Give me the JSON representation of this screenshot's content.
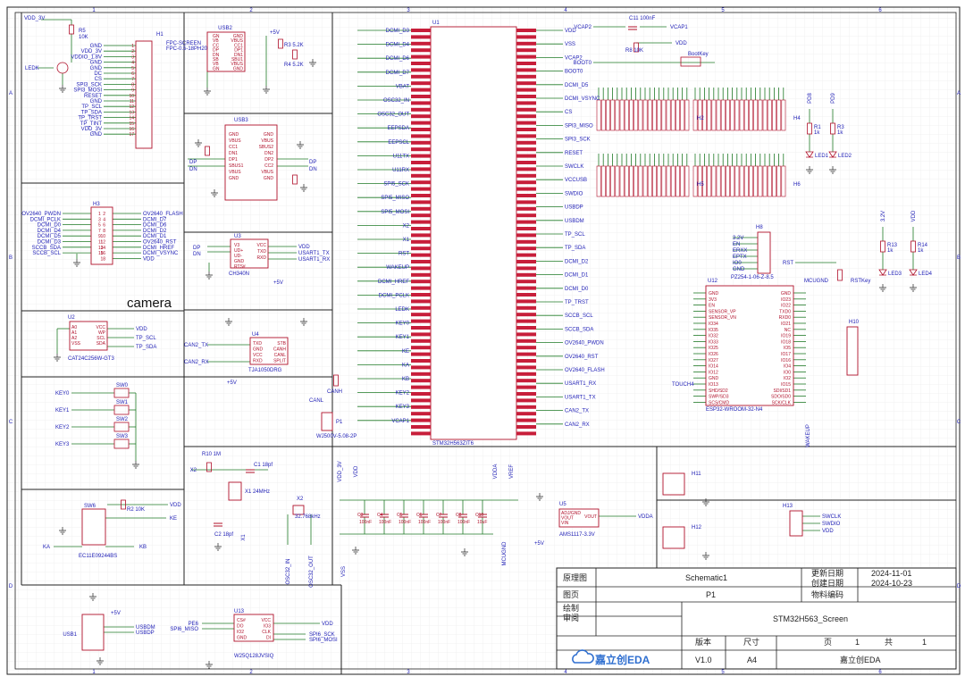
{
  "colors": {
    "wire": "#1f7a26",
    "part": "#b0102a",
    "label": "#1d1db5",
    "frame": "#222222",
    "grid": "#e2e2e2",
    "paper": "#ffffff"
  },
  "frame": {
    "columns": [
      "1",
      "2",
      "3",
      "4",
      "5",
      "6"
    ],
    "rows": [
      "A",
      "B",
      "C",
      "D"
    ]
  },
  "blocks": {
    "camera_label": "camera",
    "lcd": {
      "ref": "H1",
      "part_name": "FPC-SCREEN",
      "pkg": "FPC-0.5-18PH20",
      "r_ref": "R5",
      "r_val": "10K",
      "net_top": "VDD_3V",
      "net_ledk": "LEDK",
      "nets": [
        "GND",
        "VDD_3V",
        "VDDIO_1.8V",
        "GND",
        "GND",
        "DC",
        "CS",
        "SPI3_SCK",
        "SPI3_MOSI",
        "RESET",
        "GND",
        "TP_SCL",
        "TP_SDA",
        "TP_TRST",
        "TP_TINT",
        "VDD_3V",
        "GND"
      ]
    },
    "usb2": {
      "ref": "USB2",
      "pins": [
        "GND",
        "VBUS",
        "CC1",
        "DP1",
        "DN1",
        "SBU1",
        "VBUS",
        "GND"
      ],
      "rnet": "+5V",
      "r1": "R3 5.2K",
      "r2": "R4 5.2K"
    },
    "usb3": {
      "ref": "USB3",
      "left": [
        "GND",
        "VBUS",
        "CC1",
        "DN1",
        "DP1",
        "SBUS1",
        "VBUS",
        "GND"
      ],
      "right": [
        "GND",
        "VBUS",
        "SBUS2",
        "DN2",
        "DP2",
        "CC2",
        "VBUS",
        "GND"
      ],
      "dp": "DP",
      "dn": "DN"
    },
    "ch340": {
      "ref": "U3",
      "part": "CH340N",
      "left": [
        "V3",
        "UD+",
        "UD-",
        "GND",
        "RTS#"
      ],
      "right": [
        "VCC",
        "TXD",
        "RXD"
      ],
      "nets": [
        "VDD",
        "USART1_TX",
        "USART1_RX"
      ],
      "pwr": "+5V"
    },
    "camconn": {
      "ref": "H3",
      "left": [
        "OV2640_PWDN",
        "DCMI_PCLK",
        "DCMI_D0",
        "DCMI_D4",
        "DCMI_D5",
        "DCMI_D3",
        "SCCB_SDA",
        "SCCB_SCL"
      ],
      "right": [
        "OV2640_FLASH",
        "DCMI_D7",
        "DCMI_D6",
        "DCMI_D2",
        "DCMI_D1",
        "OV2640_RST",
        "DCMI_HREF",
        "DCMI_VSYNC",
        "VDD"
      ]
    },
    "eeprom": {
      "ref": "U2",
      "part": "CAT24C256W-GT3",
      "pins": [
        "A0",
        "A1",
        "A2",
        "VSS",
        "VCC",
        "WP",
        "SCL",
        "SDA"
      ],
      "nets": [
        "VDD",
        "TP_SCL",
        "TP_SDA"
      ]
    },
    "keys": {
      "labels": [
        "KEY0",
        "KEY1",
        "KEY2",
        "KEY3"
      ],
      "refs": [
        "SW0",
        "SW1",
        "SW2",
        "SW3"
      ]
    },
    "encoder": {
      "ref": "SW6",
      "part": "EC11E09244BS",
      "r": "R2 10K",
      "nets": [
        "VDD",
        "KE",
        "KA",
        "KB"
      ]
    },
    "usbdm": {
      "ref": "USB1",
      "nets": [
        "+5V",
        "USBDM",
        "USBDP",
        "GND"
      ]
    },
    "can": {
      "ref": "U4",
      "part": "TJA1050DRG",
      "left": [
        "TXD",
        "GND",
        "VCC",
        "RXD"
      ],
      "right": [
        "STB",
        "CANH",
        "CANL",
        "SPLIT"
      ],
      "nets": [
        "CAN2_TX",
        "CAN2_RX",
        "+5V",
        "CANL",
        "CANH"
      ],
      "conn": "P1",
      "conn_part": "WJ500V-5.08-2P"
    },
    "flash": {
      "ref": "U13",
      "part": "W25Q128JVSIQ",
      "left": [
        "CS#",
        "DO",
        "IO2",
        "GND"
      ],
      "right": [
        "VCC",
        "IO3",
        "CLK",
        "DI"
      ],
      "nets": [
        "PE6",
        "SPI6_MISO",
        "VDD",
        "SPI6_SCK",
        "SPI6_MOSI"
      ]
    },
    "crystal": {
      "r": "R10 1M",
      "c1": "C1 18pf",
      "c2": "C2 18pf",
      "x1": "X1 24MHz",
      "x2": "X2 32.768kHz",
      "nets": [
        "X2",
        "X1",
        "OSC32_IN",
        "OSC32_OUT"
      ]
    },
    "caps": {
      "nets": [
        "VDD_3V",
        "VDD",
        "VDDA",
        "VREF"
      ],
      "values": [
        "100nF",
        "100nF",
        "100nF",
        "100nF",
        "100nF",
        "100nF",
        "10uF"
      ],
      "refs": [
        "C3",
        "C4",
        "C5",
        "C6",
        "C7",
        "C8",
        "C10"
      ]
    },
    "ldo": {
      "ref": "U5",
      "part": "AMS1117-3.3V",
      "pins": [
        "ADJ/GND",
        "VOUT",
        "VIN",
        "VOUT"
      ],
      "nets": [
        "VDDA",
        "+5V",
        "MCUGND"
      ]
    },
    "mcu": {
      "ref": "U1",
      "part": "STM32H563ZIT6",
      "left": [
        "DCMI_D3",
        "DCMI_D4",
        "DCMI_D6",
        "DCMI_D7",
        "VBAT",
        "OSC32_IN",
        "OSC32_OUT",
        "EEPSDA",
        "EEPSCL",
        "U11TX",
        "U11RX",
        "SPI5_SCK",
        "SPI5_MISO",
        "SPI5_MOSI",
        "X2",
        "X1",
        "RST",
        "WAKEUP",
        "DCMI_HREF",
        "DCMI_PCLK",
        "LEDK",
        "KEY0",
        "KEY1",
        "KE",
        "KA",
        "KB",
        "KEY2",
        "KEY3",
        "VCAP1"
      ],
      "right": [
        "VDD",
        "VSS",
        "VCAP2",
        "BOOT0",
        "DCMI_D5",
        "DCMI_VSYNC",
        "CS",
        "SPI3_MISO",
        "SPI3_SCK",
        "RESET",
        "SWCLK",
        "VCCUSB",
        "SWDIO",
        "USBDP",
        "USBDM",
        "TP_SCL",
        "TP_SDA",
        "DCMI_D2",
        "DCMI_D1",
        "DCMI_D0",
        "TP_TRST",
        "SCCB_SCL",
        "SCCB_SDA",
        "OV2640_PWDN",
        "OV2640_RST",
        "OV2640_FLASH",
        "USART1_RX",
        "USART1_TX",
        "CAN2_TX",
        "CAN2_RX"
      ]
    },
    "boot": {
      "c11": "C11 100nF",
      "r8": "R8 10K",
      "key": "BootKey",
      "nets": [
        "VCAP2",
        "VCAP1",
        "VDD",
        "BOOT0"
      ]
    },
    "headers": {
      "refs": [
        "H2",
        "H4",
        "H5",
        "H6"
      ]
    },
    "leds": {
      "refs": [
        "LED1",
        "LED2",
        "LED3",
        "LED4"
      ],
      "rvals": [
        "R1 1k",
        "R3 1k",
        "R13 1k",
        "R14 1k"
      ],
      "nets": [
        "PD8",
        "PD9",
        "3.2V",
        "VDD"
      ]
    },
    "prog": {
      "ref": "H8",
      "part": "PZ254-1-06-Z-8.5",
      "pins": [
        "3.2V",
        "EN",
        "ERXX",
        "EPTX",
        "IO0",
        "GND"
      ]
    },
    "esp": {
      "ref": "U12",
      "part": "ESP32-WROOM-32-N4",
      "left": [
        "GND",
        "3V3",
        "EN",
        "SENSOR_VP",
        "SENSOR_VN",
        "IO34",
        "IO35",
        "IO32",
        "IO33",
        "IO25",
        "IO26",
        "IO27",
        "IO14",
        "IO12",
        "GND",
        "IO13",
        "SHD/SD2",
        "SWP/SD3",
        "SCS/CMD"
      ],
      "right": [
        "GND",
        "IO23",
        "IO22",
        "TXD0",
        "RXD0",
        "IO21",
        "NC",
        "IO19",
        "IO18",
        "IO5",
        "IO17",
        "IO16",
        "IO4",
        "IO0",
        "IO2",
        "IO15",
        "SDI/SD1",
        "SDO/SD0",
        "SCK/CLK"
      ],
      "nets": [
        "RST",
        "RSTKey",
        "MCUGND",
        "TOUCH4",
        "WAKEUP",
        "VDD"
      ]
    },
    "swd": {
      "ref": "H13",
      "nets": [
        "SWCLK",
        "SWDIO",
        "VDD"
      ]
    },
    "holes": [
      "H11",
      "H12"
    ]
  },
  "title_block": {
    "labels": {
      "schematic": "原理图",
      "page": "图页",
      "drawn": "绘制",
      "review": "审阅",
      "update": "更新日期",
      "create": "创建日期",
      "material": "物料编码",
      "version": "版本",
      "size": "尺寸",
      "pagecount": "页",
      "total": "共"
    },
    "values": {
      "schematic": "Schematic1",
      "page": "P1",
      "update": "2024-11-01",
      "create": "2024-10-23",
      "project": "STM32H563_Screen",
      "version": "V1.0",
      "size": "A4",
      "page_no": "1",
      "page_total": "1",
      "company": "嘉立创EDA"
    },
    "logo": "嘉立创EDA"
  }
}
